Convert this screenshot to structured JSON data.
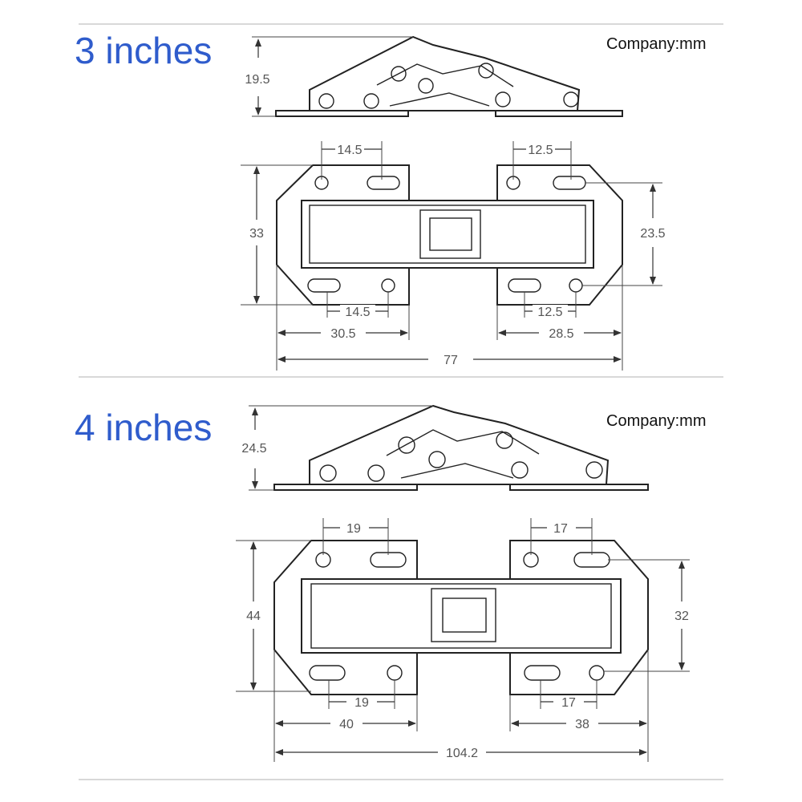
{
  "unit_label": "Company:mm",
  "hinges": [
    {
      "title": "3 inches",
      "side_height": "19.5",
      "front_height": "33",
      "left_hole_top": "14.5",
      "left_hole_bottom": "14.5",
      "right_hole_top": "12.5",
      "right_hole_bottom": "12.5",
      "right_hole_vertical": "23.5",
      "left_wing_width": "30.5",
      "right_wing_width": "28.5",
      "overall_length": "77"
    },
    {
      "title": "4 inches",
      "side_height": "24.5",
      "front_height": "44",
      "left_hole_top": "19",
      "left_hole_bottom": "19",
      "right_hole_top": "17",
      "right_hole_bottom": "17",
      "right_hole_vertical": "32",
      "left_wing_width": "40",
      "right_wing_width": "38",
      "overall_length": "104.2"
    }
  ]
}
